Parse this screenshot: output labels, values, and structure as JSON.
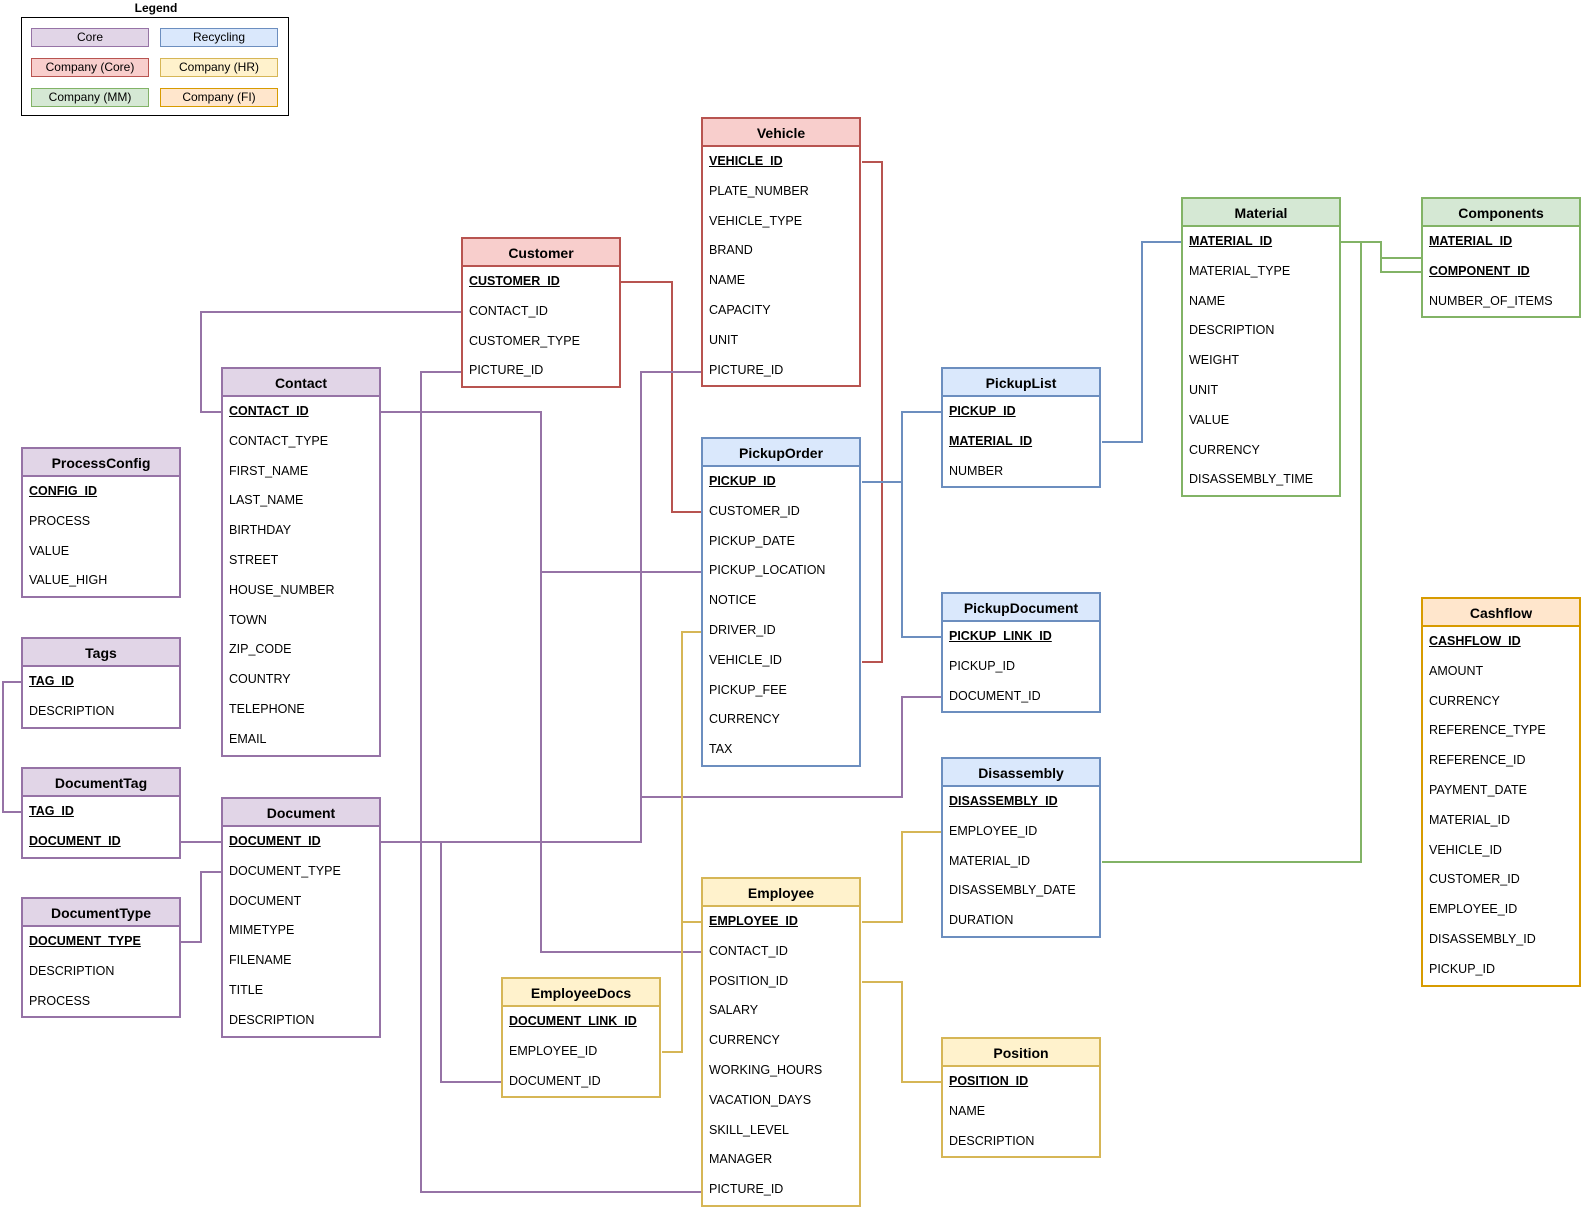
{
  "legend": {
    "title": "Legend",
    "items": [
      {
        "label": "Core",
        "fill": "#e1d5e7",
        "stroke": "#9673a6"
      },
      {
        "label": "Recycling",
        "fill": "#dae8fc",
        "stroke": "#6c8ebf"
      },
      {
        "label": "Company (Core)",
        "fill": "#f8cecc",
        "stroke": "#b85450"
      },
      {
        "label": "Company (HR)",
        "fill": "#fff2cc",
        "stroke": "#d6b656"
      },
      {
        "label": "Company (MM)",
        "fill": "#d5e8d4",
        "stroke": "#82b366"
      },
      {
        "label": "Company (FI)",
        "fill": "#ffe6cc",
        "stroke": "#d79b00"
      }
    ]
  },
  "entities": [
    {
      "id": "vehicle",
      "name": "Vehicle",
      "group": "Company (Core)",
      "fields": [
        {
          "name": "VEHICLE_ID",
          "pk": true
        },
        {
          "name": "PLATE_NUMBER"
        },
        {
          "name": "VEHICLE_TYPE"
        },
        {
          "name": "BRAND"
        },
        {
          "name": "NAME"
        },
        {
          "name": "CAPACITY"
        },
        {
          "name": "UNIT"
        },
        {
          "name": "PICTURE_ID"
        }
      ]
    },
    {
      "id": "customer",
      "name": "Customer",
      "group": "Company (Core)",
      "fields": [
        {
          "name": "CUSTOMER_ID",
          "pk": true
        },
        {
          "name": "CONTACT_ID"
        },
        {
          "name": "CUSTOMER_TYPE"
        },
        {
          "name": "PICTURE_ID"
        }
      ]
    },
    {
      "id": "contact",
      "name": "Contact",
      "group": "Core",
      "fields": [
        {
          "name": "CONTACT_ID",
          "pk": true
        },
        {
          "name": "CONTACT_TYPE"
        },
        {
          "name": "FIRST_NAME"
        },
        {
          "name": "LAST_NAME"
        },
        {
          "name": "BIRTHDAY"
        },
        {
          "name": "STREET"
        },
        {
          "name": "HOUSE_NUMBER"
        },
        {
          "name": "TOWN"
        },
        {
          "name": "ZIP_CODE"
        },
        {
          "name": "COUNTRY"
        },
        {
          "name": "TELEPHONE"
        },
        {
          "name": "EMAIL"
        }
      ]
    },
    {
      "id": "processconfig",
      "name": "ProcessConfig",
      "group": "Core",
      "fields": [
        {
          "name": "CONFIG_ID",
          "pk": true
        },
        {
          "name": "PROCESS"
        },
        {
          "name": "VALUE"
        },
        {
          "name": "VALUE_HIGH"
        }
      ]
    },
    {
      "id": "tags",
      "name": "Tags",
      "group": "Core",
      "fields": [
        {
          "name": "TAG_ID",
          "pk": true
        },
        {
          "name": "DESCRIPTION"
        }
      ]
    },
    {
      "id": "documenttag",
      "name": "DocumentTag",
      "group": "Core",
      "fields": [
        {
          "name": "TAG_ID",
          "pk": true
        },
        {
          "name": "DOCUMENT_ID",
          "pk": true
        }
      ]
    },
    {
      "id": "documenttype",
      "name": "DocumentType",
      "group": "Core",
      "fields": [
        {
          "name": "DOCUMENT_TYPE",
          "pk": true
        },
        {
          "name": "DESCRIPTION"
        },
        {
          "name": "PROCESS"
        }
      ]
    },
    {
      "id": "document",
      "name": "Document",
      "group": "Core",
      "fields": [
        {
          "name": "DOCUMENT_ID",
          "pk": true
        },
        {
          "name": "DOCUMENT_TYPE"
        },
        {
          "name": "DOCUMENT"
        },
        {
          "name": "MIMETYPE"
        },
        {
          "name": "FILENAME"
        },
        {
          "name": "TITLE"
        },
        {
          "name": "DESCRIPTION"
        }
      ]
    },
    {
      "id": "pickuporder",
      "name": "PickupOrder",
      "group": "Recycling",
      "fields": [
        {
          "name": "PICKUP_ID",
          "pk": true
        },
        {
          "name": "CUSTOMER_ID"
        },
        {
          "name": "PICKUP_DATE"
        },
        {
          "name": "PICKUP_LOCATION"
        },
        {
          "name": "NOTICE"
        },
        {
          "name": "DRIVER_ID"
        },
        {
          "name": "VEHICLE_ID"
        },
        {
          "name": "PICKUP_FEE"
        },
        {
          "name": "CURRENCY"
        },
        {
          "name": "TAX"
        }
      ]
    },
    {
      "id": "pickuplist",
      "name": "PickupList",
      "group": "Recycling",
      "fields": [
        {
          "name": "PICKUP_ID",
          "pk": true
        },
        {
          "name": "MATERIAL_ID",
          "pk": true
        },
        {
          "name": "NUMBER"
        }
      ]
    },
    {
      "id": "pickupdocument",
      "name": "PickupDocument",
      "group": "Recycling",
      "fields": [
        {
          "name": "PICKUP_LINK_ID",
          "pk": true
        },
        {
          "name": "PICKUP_ID"
        },
        {
          "name": "DOCUMENT_ID"
        }
      ]
    },
    {
      "id": "disassembly",
      "name": "Disassembly",
      "group": "Recycling",
      "fields": [
        {
          "name": "DISASSEMBLY_ID",
          "pk": true
        },
        {
          "name": "EMPLOYEE_ID"
        },
        {
          "name": "MATERIAL_ID"
        },
        {
          "name": "DISASSEMBLY_DATE"
        },
        {
          "name": "DURATION"
        }
      ]
    },
    {
      "id": "material",
      "name": "Material",
      "group": "Company (MM)",
      "fields": [
        {
          "name": "MATERIAL_ID",
          "pk": true
        },
        {
          "name": "MATERIAL_TYPE"
        },
        {
          "name": "NAME"
        },
        {
          "name": "DESCRIPTION"
        },
        {
          "name": "WEIGHT"
        },
        {
          "name": "UNIT"
        },
        {
          "name": "VALUE"
        },
        {
          "name": "CURRENCY"
        },
        {
          "name": "DISASSEMBLY_TIME"
        }
      ]
    },
    {
      "id": "components",
      "name": "Components",
      "group": "Company (MM)",
      "fields": [
        {
          "name": "MATERIAL_ID",
          "pk": true
        },
        {
          "name": "COMPONENT_ID",
          "pk": true
        },
        {
          "name": "NUMBER_OF_ITEMS"
        }
      ]
    },
    {
      "id": "cashflow",
      "name": "Cashflow",
      "group": "Company (FI)",
      "fields": [
        {
          "name": "CASHFLOW_ID",
          "pk": true
        },
        {
          "name": "AMOUNT"
        },
        {
          "name": "CURRENCY"
        },
        {
          "name": "REFERENCE_TYPE"
        },
        {
          "name": "REFERENCE_ID"
        },
        {
          "name": "PAYMENT_DATE"
        },
        {
          "name": "MATERIAL_ID"
        },
        {
          "name": "VEHICLE_ID"
        },
        {
          "name": "CUSTOMER_ID"
        },
        {
          "name": "EMPLOYEE_ID"
        },
        {
          "name": "DISASSEMBLY_ID"
        },
        {
          "name": "PICKUP_ID"
        }
      ]
    },
    {
      "id": "employee",
      "name": "Employee",
      "group": "Company (HR)",
      "fields": [
        {
          "name": "EMPLOYEE_ID",
          "pk": true
        },
        {
          "name": "CONTACT_ID"
        },
        {
          "name": "POSITION_ID"
        },
        {
          "name": "SALARY"
        },
        {
          "name": "CURRENCY"
        },
        {
          "name": "WORKING_HOURS"
        },
        {
          "name": "VACATION_DAYS"
        },
        {
          "name": "SKILL_LEVEL"
        },
        {
          "name": "MANAGER"
        },
        {
          "name": "PICTURE_ID"
        }
      ]
    },
    {
      "id": "employeedocs",
      "name": "EmployeeDocs",
      "group": "Company (HR)",
      "fields": [
        {
          "name": "DOCUMENT_LINK_ID",
          "pk": true
        },
        {
          "name": "EMPLOYEE_ID"
        },
        {
          "name": "DOCUMENT_ID"
        }
      ]
    },
    {
      "id": "position",
      "name": "Position",
      "group": "Company (HR)",
      "fields": [
        {
          "name": "POSITION_ID",
          "pk": true
        },
        {
          "name": "NAME"
        },
        {
          "name": "DESCRIPTION"
        }
      ]
    }
  ],
  "relations": [
    {
      "group": "Company (Core)",
      "from": "Customer.CUSTOMER_ID",
      "to": "PickupOrder.CUSTOMER_ID"
    },
    {
      "group": "Company (Core)",
      "from": "Vehicle.VEHICLE_ID",
      "to": "PickupOrder.VEHICLE_ID"
    },
    {
      "group": "Core",
      "from": "Contact.CONTACT_ID",
      "to": "Customer.CONTACT_ID"
    },
    {
      "group": "Core",
      "from": "Contact.CONTACT_ID",
      "to": "PickupOrder.PICKUP_LOCATION"
    },
    {
      "group": "Core",
      "from": "Contact.CONTACT_ID",
      "to": "Employee.CONTACT_ID"
    },
    {
      "group": "Core",
      "from": "Tags.TAG_ID",
      "to": "DocumentTag.TAG_ID"
    },
    {
      "group": "Core",
      "from": "DocumentTag.DOCUMENT_ID",
      "to": "Document.DOCUMENT_ID"
    },
    {
      "group": "Core",
      "from": "DocumentType.DOCUMENT_TYPE",
      "to": "Document.DOCUMENT_TYPE"
    },
    {
      "group": "Core",
      "from": "Document.DOCUMENT_ID",
      "to": "Customer.PICTURE_ID"
    },
    {
      "group": "Core",
      "from": "Document.DOCUMENT_ID",
      "to": "Vehicle.PICTURE_ID"
    },
    {
      "group": "Core",
      "from": "Document.DOCUMENT_ID",
      "to": "PickupDocument.DOCUMENT_ID"
    },
    {
      "group": "Core",
      "from": "Document.DOCUMENT_ID",
      "to": "EmployeeDocs.DOCUMENT_ID"
    },
    {
      "group": "Core",
      "from": "Document.DOCUMENT_ID",
      "to": "Employee.PICTURE_ID"
    },
    {
      "group": "Recycling",
      "from": "PickupOrder.PICKUP_ID",
      "to": "PickupList.PICKUP_ID"
    },
    {
      "group": "Recycling",
      "from": "PickupOrder.PICKUP_ID",
      "to": "PickupDocument.PICKUP_LINK_ID"
    },
    {
      "group": "Recycling",
      "from": "PickupList.MATERIAL_ID",
      "to": "Material.MATERIAL_ID"
    },
    {
      "group": "Company (MM)",
      "from": "Material.MATERIAL_ID",
      "to": "Components.MATERIAL_ID"
    },
    {
      "group": "Company (MM)",
      "from": "Material.MATERIAL_ID",
      "to": "Components.COMPONENT_ID"
    },
    {
      "group": "Company (MM)",
      "from": "Material.MATERIAL_ID",
      "to": "Disassembly.MATERIAL_ID"
    },
    {
      "group": "Company (HR)",
      "from": "Employee.EMPLOYEE_ID",
      "to": "PickupOrder.DRIVER_ID"
    },
    {
      "group": "Company (HR)",
      "from": "Employee.EMPLOYEE_ID",
      "to": "EmployeeDocs.EMPLOYEE_ID"
    },
    {
      "group": "Company (HR)",
      "from": "Employee.EMPLOYEE_ID",
      "to": "Disassembly.EMPLOYEE_ID"
    },
    {
      "group": "Company (HR)",
      "from": "Employee.POSITION_ID",
      "to": "Position.POSITION_ID"
    }
  ]
}
